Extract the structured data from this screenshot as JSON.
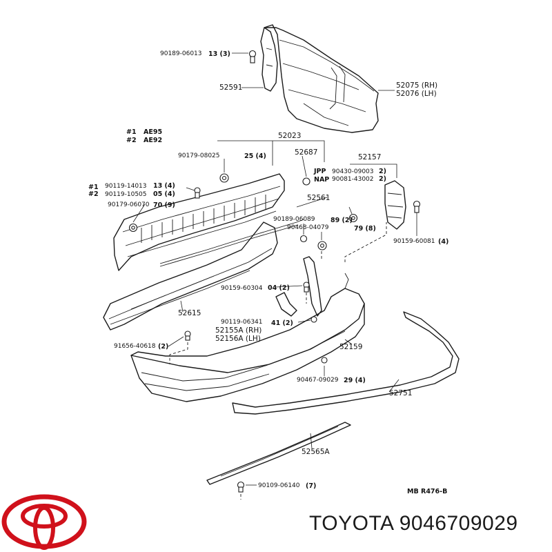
{
  "variant_notes": [
    {
      "key": "#1",
      "value": "AE95"
    },
    {
      "key": "#2",
      "value": "AE92"
    }
  ],
  "part_numbers": {
    "p90189_06013": "90189-06013",
    "p52591": "52591",
    "p52075_52076": "52075 (RH)",
    "p52076": "52076 (LH)",
    "p52023": "52023",
    "p90179_08025": "90179-08025",
    "p52687": "52687",
    "p90119_14013": "90119-14013",
    "p90119_10505": "90119-10505",
    "p90179_06070": "90179-06070",
    "p52561": "52561",
    "p52157": "52157",
    "p90430_09003": "90430-09003",
    "p90081_43002": "90081-43002",
    "p90189_06089": "90189-06089",
    "p90468_04079": "90468-04079",
    "p90159_60081": "90159-60081",
    "p90159_60304": "90159-60304",
    "p52615": "52615",
    "p90119_06341": "90119-06341",
    "p52155A": "52155A (RH)",
    "p52156A": "52156A (LH)",
    "p91656_40618": "91656-40618",
    "p52159": "52159",
    "p90467_09029": "90467-09029",
    "p52751": "52751",
    "p52565A": "52565A",
    "p90109_06140": "90109-06140"
  },
  "quantities": {
    "q13_3": "13 (3)",
    "q25_4": "25 (4)",
    "q13_4": "13 (4)",
    "q05_4": "05 (4)",
    "q70_9": "70 (9)",
    "q2a": "2)",
    "q2b": "2)",
    "q89_2": "89 (2)",
    "q79_8": "79 (8)",
    "q4": "(4)",
    "q04_2": "04 (2)",
    "q41_2": "41 (2)",
    "q2c": "(2)",
    "q29_4": "29 (4)",
    "q7": "(7)"
  },
  "markets": {
    "jpp": "JPP",
    "nap": "NAP"
  },
  "variant_marks": {
    "m1": "#1",
    "m2": "#2"
  },
  "figure_code": "MB  R476-B",
  "brand": {
    "title": "TOYOTA 9046709029",
    "logo_color": "#d0111b"
  }
}
